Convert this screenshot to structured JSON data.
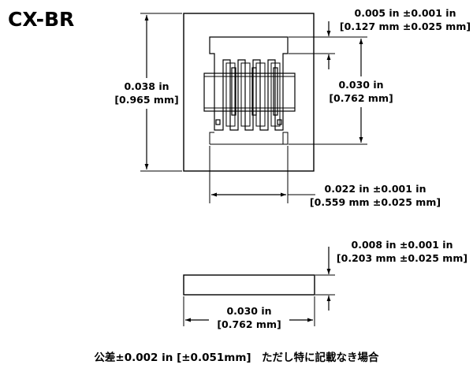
{
  "title": "CX-BR",
  "dimensions": {
    "height_total_in": "0.038 in",
    "height_total_mm": "[0.965 mm]",
    "electrode_gap_in": "0.005 in ±0.001 in",
    "electrode_gap_mm": "[0.127 mm ±0.025 mm]",
    "resonator_height_in": "0.030 in",
    "resonator_height_mm": "[0.762 mm]",
    "resonator_width_in": "0.022 in ±0.001 in",
    "resonator_width_mm": "[0.559 mm ±0.025 mm]",
    "thickness_in": "0.008 in ±0.001 in",
    "thickness_mm": "[0.203 mm ±0.025 mm]",
    "side_length_in": "0.030 in",
    "side_length_mm": "[0.762 mm]"
  },
  "footnote": "公差±0.002 in [±0.051mm]　ただし特に記載なき場合"
}
